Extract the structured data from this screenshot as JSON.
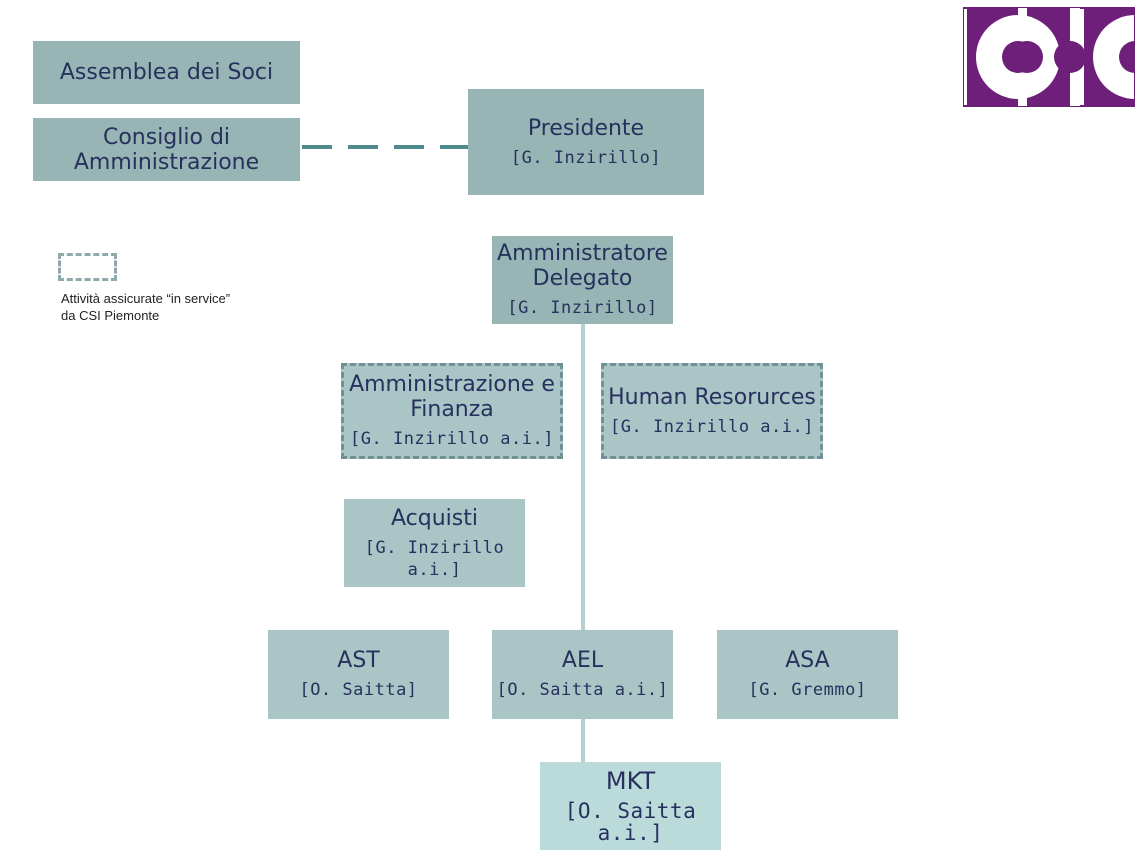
{
  "logo": {
    "text": "CIC",
    "color": "#6e1f7a"
  },
  "boxes": {
    "assemblea": {
      "title": "Assemblea dei Soci"
    },
    "consiglio": {
      "title_line1": "Consiglio di",
      "title_line2": "Amministrazione"
    },
    "presidente": {
      "title": "Presidente",
      "name": "[G. Inzirillo]"
    },
    "amministratore": {
      "title_line1": "Amministratore",
      "title_line2": "Delegato",
      "name": "[G. Inzirillo]"
    },
    "amm_finanza": {
      "title_line1": "Amministrazione e",
      "title_line2": "Finanza",
      "name": "[G. Inzirillo a.i.]"
    },
    "human_resources": {
      "title": "Human Resorurces",
      "name": "[G. Inzirillo a.i.]"
    },
    "acquisti": {
      "title": "Acquisti",
      "name": "[G. Inzirillo a.i.]"
    },
    "ast": {
      "title": "AST",
      "name": "[O. Saitta]"
    },
    "ael": {
      "title": "AEL",
      "name": "[O. Saitta  a.i.]"
    },
    "asa": {
      "title": "ASA",
      "name": "[G. Gremmo]"
    },
    "mkt": {
      "title": "MKT",
      "name": "[O. Saitta  a.i.]"
    }
  },
  "legend": {
    "line1": "Attività assicurate “in service”",
    "line2": "da CSI Piemonte"
  },
  "colors": {
    "box_dark": "#97b5b4",
    "box_mid": "#a9c5c6",
    "box_light": "#bbdbdb",
    "text": "#27315e",
    "connector_dashed": "#4d8b8f",
    "logo_purple": "#6e1f7a"
  }
}
